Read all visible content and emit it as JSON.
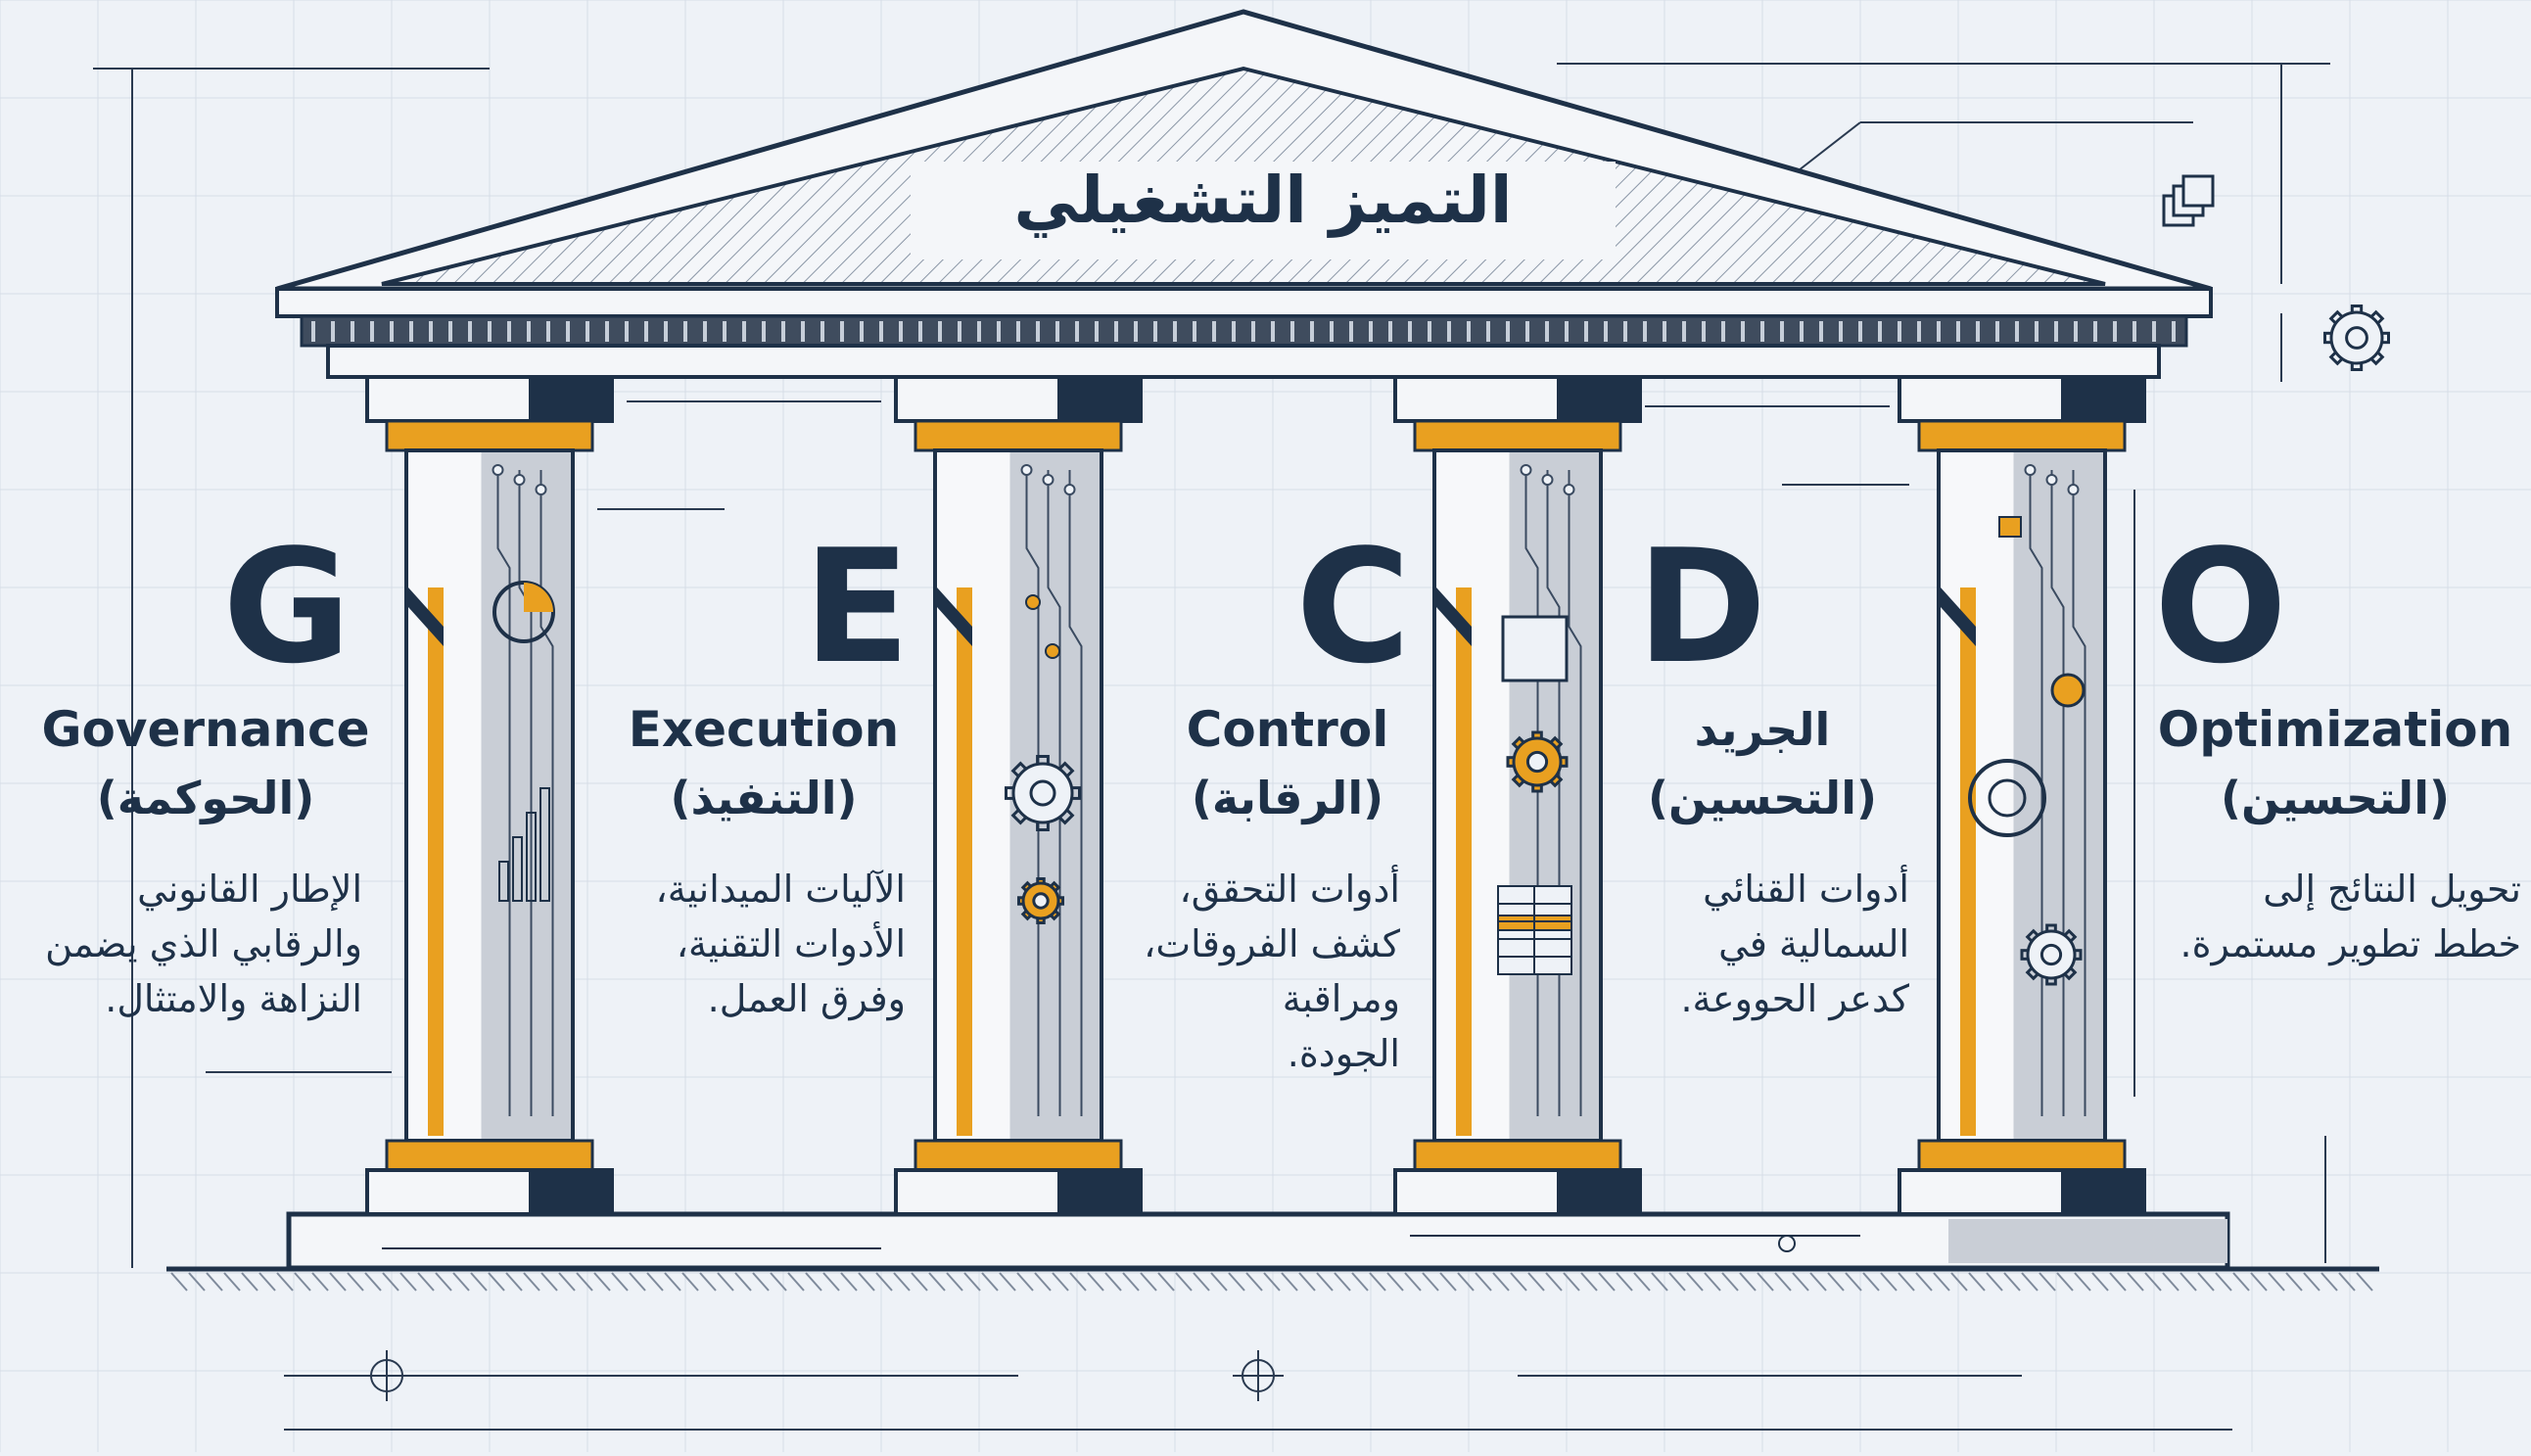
{
  "title": "التميز التشغيلي",
  "colors": {
    "navy": "#1e3148",
    "accent": "#e9a020",
    "background": "#eef2f7",
    "column_fill": "#c9ced6",
    "line": "#1e3148"
  },
  "pillars": [
    {
      "letter": "G",
      "name_en": "Governance",
      "name_ar": "(الحوكمة)",
      "desc": [
        "الإطار القانوني",
        "والرقابي الذي يضمن",
        "النزاهة والامتثال."
      ]
    },
    {
      "letter": "E",
      "name_en": "Execution",
      "name_ar": "(التنفيذ)",
      "desc": [
        "الآليات الميدانية،",
        "الأدوات التقنية،",
        "وفرق العمل."
      ]
    },
    {
      "letter": "C",
      "name_en": "Control",
      "name_ar": "(الرقابة)",
      "desc": [
        "أدوات التحقق،",
        "كشف الفروقات،",
        "ومراقبة",
        "الجودة."
      ]
    },
    {
      "letter": "D",
      "name_en": "الجريد",
      "name_ar": "(التحسين)",
      "desc": [
        "أدوات القنائي",
        "السمالية في",
        "كدعر الحووعة."
      ]
    },
    {
      "letter": "O",
      "name_en": "Optimization",
      "name_ar": "(التحسين)",
      "desc": [
        "تحويل النتائج إلى",
        "خطط تطوير مستمرة."
      ]
    }
  ]
}
